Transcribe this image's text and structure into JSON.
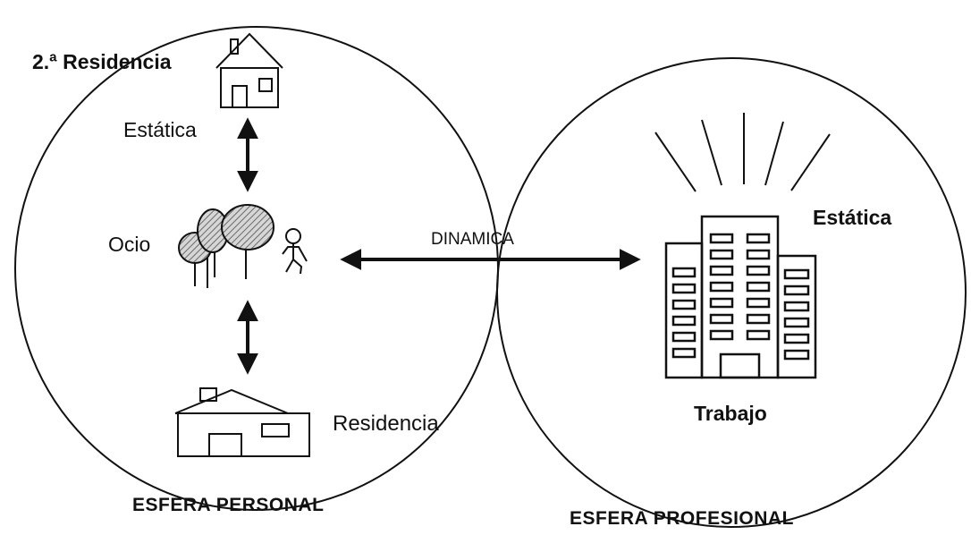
{
  "labels": {
    "second_residence": "2.ª Residencia",
    "static_top": "Estática",
    "leisure": "Ocio",
    "dynamic": "DINAMICA",
    "static_right": "Estática",
    "residence": "Residencia",
    "work": "Trabajo",
    "personal_sphere": "ESFERA PERSONAL",
    "professional_sphere": "ESFERA PROFESIONAL"
  },
  "icons": [
    "second-residence-house-icon",
    "residence-house-icon",
    "trees-icon",
    "person-icon",
    "office-building-icon",
    "radiance-lines-icon"
  ],
  "colors": {
    "ink": "#111111",
    "background": "#ffffff",
    "foliage": "#9a9a9a"
  }
}
